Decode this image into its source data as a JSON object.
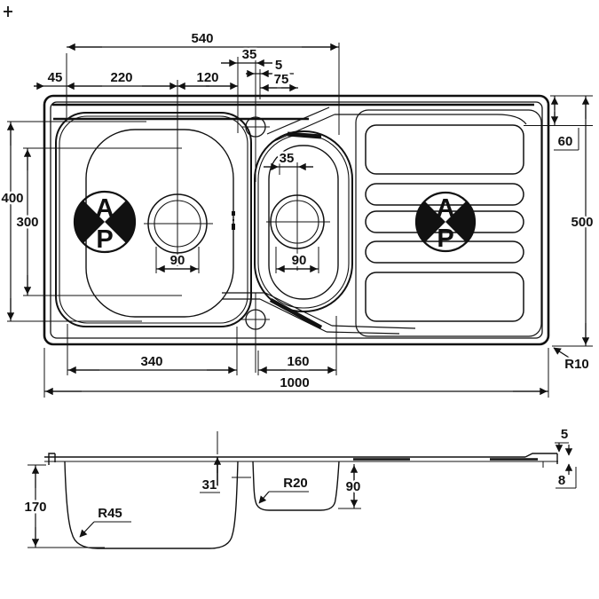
{
  "colors": {
    "ink": "#111111",
    "paper": "#ffffff"
  },
  "logo": {
    "top_letter": "A",
    "bottom_letter": "P"
  },
  "top_view": {
    "dims": {
      "span_540": "540",
      "tap_35": "35",
      "tap_5": "5",
      "edge_45": "45",
      "drain_220": "220",
      "divider_120": "120",
      "half_drain_75": "75",
      "rear_60": "60",
      "bowl_400": "400",
      "bowl_300": "300",
      "half_35": "35",
      "main_drain_90": "90",
      "half_drain_90": "90",
      "depth_500": "500",
      "main_340": "340",
      "half_160": "160",
      "width_1000": "1000",
      "radius_r10": "R10"
    }
  },
  "section_view": {
    "dims": {
      "depth_170": "170",
      "radius_r45": "R45",
      "tap_31": "31",
      "radius_r20": "R20",
      "half_depth_90": "90",
      "lip_5": "5",
      "edge_8": "8"
    }
  }
}
